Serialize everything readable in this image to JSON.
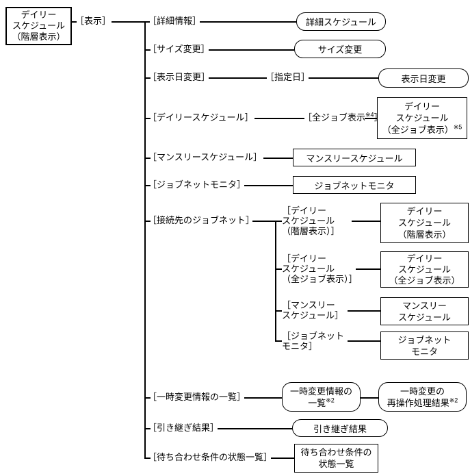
{
  "root": {
    "label": "デイリー\nスケジュール\n（階層表示）"
  },
  "menu": {
    "label": "［表示］"
  },
  "rows": {
    "detail": {
      "label": "［詳細情報］",
      "box": "詳細スケジュール"
    },
    "resize": {
      "label": "［サイズ変更］",
      "box": "サイズ変更"
    },
    "date": {
      "label": "［表示日変更］",
      "sub": "［指定日］",
      "box": "表示日変更"
    },
    "daily": {
      "label": "［デイリースケジュール］",
      "sub_text": "［全ジョブ表示",
      "sub_ref": "※4",
      "sub_close": "］",
      "box_text": "デイリー\nスケジュール\n（全ジョブ表示）",
      "box_ref": "※5"
    },
    "monthly": {
      "label": "［マンスリースケジュール］",
      "box": "マンスリースケジュール"
    },
    "monitor": {
      "label": "［ジョブネットモニタ］",
      "box": "ジョブネットモニタ"
    },
    "connected": {
      "label": "［接続先のジョブネット］",
      "children": {
        "daily_h": {
          "label": "［デイリー\nスケジュール\n（階層表示）］",
          "box": "デイリー\nスケジュール\n（階層表示）"
        },
        "daily_a": {
          "label": "［デイリー\nスケジュール\n（全ジョブ表示）］",
          "box": "デイリー\nスケジュール\n（全ジョブ表示）"
        },
        "monthly": {
          "label": "［マンスリー\nスケジュール］",
          "box": "マンスリー\nスケジュール"
        },
        "monitor": {
          "label": "［ジョブネット\nモニタ］",
          "box": "ジョブネット\nモニタ"
        }
      }
    },
    "temp_change": {
      "label": "［一時変更情報の一覧］",
      "box1_text": "一時変更情報の\n一覧",
      "box1_ref": "※2",
      "box2_text": "一時変更の\n再操作処理結果",
      "box2_ref": "※2"
    },
    "takeover": {
      "label": "［引き継ぎ結果］",
      "box": "引き継ぎ結果"
    },
    "wait": {
      "label": "［待ち合わせ条件の状態一覧］",
      "box": "待ち合わせ条件の\n状態一覧"
    }
  },
  "colors": {
    "line": "#000000",
    "border": "#000000",
    "background": "#ffffff",
    "text": "#000000"
  }
}
